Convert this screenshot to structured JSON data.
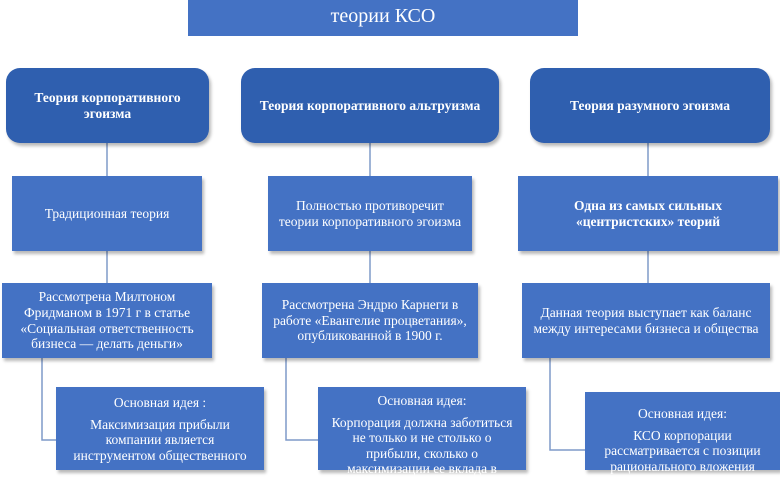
{
  "title": "теории КСО",
  "columns": [
    {
      "header": "Теория корпоративного эгоизма",
      "level2": "Традиционная теория",
      "level3": "Рассмотрена Милтоном Фридманом в 1971 г в статье «Социальная ответственность бизнеса — делать деньги»",
      "idea_title": "Основная идея :",
      "idea_text": "Максимизация прибыли компании является инструментом общественного"
    },
    {
      "header": "Теория корпоративного альтруизма",
      "level2": "Полностью противоречит теории корпоративного эгоизма",
      "level3": "Рассмотрена Эндрю Карнеги в работе «Евангелие процветания», опубликованной в 1900 г.",
      "idea_title": "Основная идея:",
      "idea_text": "Корпорация должна заботиться не только и не столько о прибыли, сколько о максимизации ее вклада в"
    },
    {
      "header": "Теория разумного  эгоизма",
      "level2": "Одна из самых сильных «центристских» теорий",
      "level3": "Данная теория выступает как баланс между интересами бизнеса и общества",
      "idea_title": "Основная идея:",
      "idea_text": "КСО корпорации рассматривается с позиции рационального вложения"
    }
  ],
  "colors": {
    "box": "#4472c4",
    "header_box": "#2f5faf",
    "line": "#7f9ac9",
    "text": "#ffffff"
  }
}
